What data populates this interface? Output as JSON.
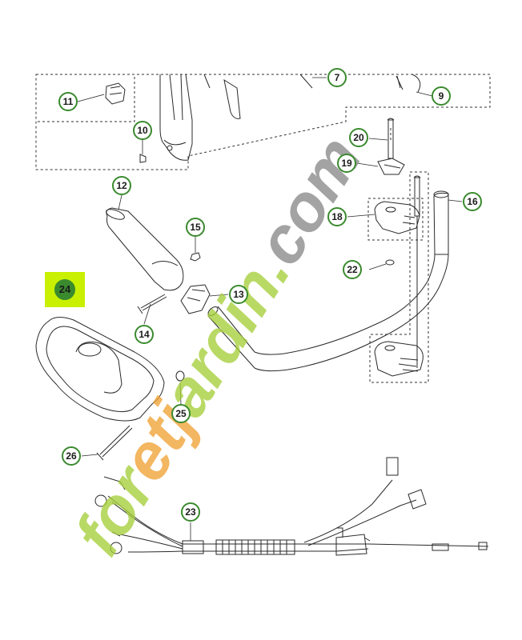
{
  "diagram": {
    "accent_ring_color": "#3a8a2e",
    "highlight_color": "#c8f000",
    "line_color": "#2a2a2a",
    "highlighted_part": "24",
    "callouts": [
      {
        "id": "7",
        "label": "7"
      },
      {
        "id": "9",
        "label": "9"
      },
      {
        "id": "11",
        "label": "11"
      },
      {
        "id": "10",
        "label": "10"
      },
      {
        "id": "20",
        "label": "20"
      },
      {
        "id": "19",
        "label": "19"
      },
      {
        "id": "12",
        "label": "12"
      },
      {
        "id": "16",
        "label": "16"
      },
      {
        "id": "18",
        "label": "18"
      },
      {
        "id": "15",
        "label": "15"
      },
      {
        "id": "22",
        "label": "22"
      },
      {
        "id": "24",
        "label": "24"
      },
      {
        "id": "13",
        "label": "13"
      },
      {
        "id": "14",
        "label": "14"
      },
      {
        "id": "25",
        "label": "25"
      },
      {
        "id": "26",
        "label": "26"
      },
      {
        "id": "23",
        "label": "23"
      }
    ]
  },
  "watermark": {
    "text": "foretjardin.com",
    "colors": [
      "#a6cf3a",
      "#f0a236",
      "#8a8a8a"
    ]
  }
}
